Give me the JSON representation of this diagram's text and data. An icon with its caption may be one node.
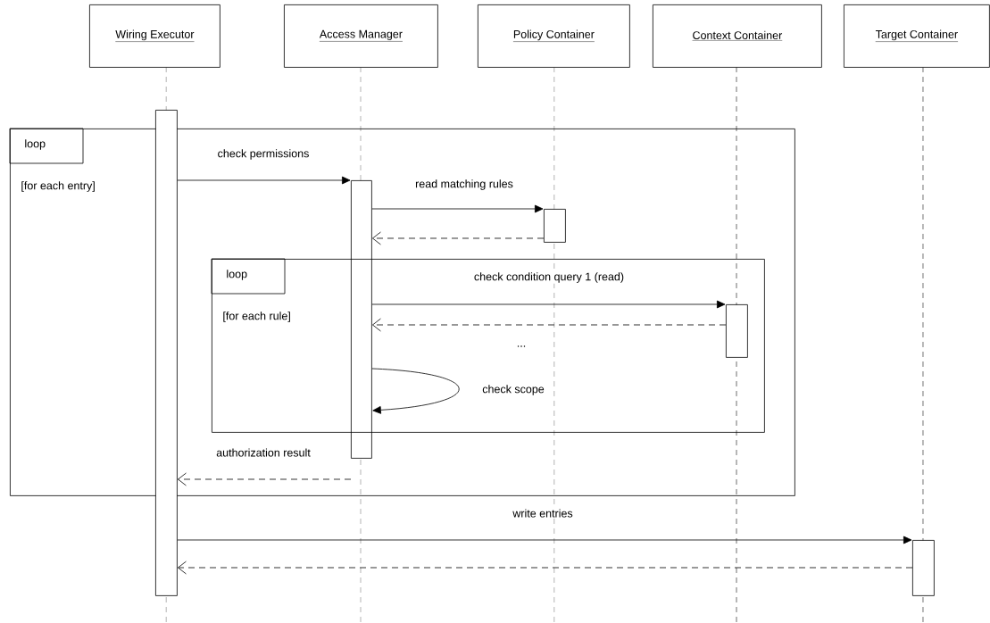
{
  "diagram": {
    "nodes": [
      {
        "text": [
          "Wiring Executor"
        ]
      },
      {
        "text": [
          "Access Manager"
        ]
      },
      {
        "text": [
          "Policy Container"
        ]
      },
      {
        "text": [
          "Context Container"
        ]
      },
      {
        "text": [
          "Target Container"
        ]
      },
      {
        "text": [
          "loop",
          "[for each entry]"
        ]
      },
      {
        "text": [],
        "shape": "bar"
      },
      {
        "text": [],
        "shape": "bar",
        "in": 5
      },
      {
        "text": [],
        "shape": "bar",
        "in": 5
      },
      {
        "text": [
          "loop",
          "[for each rule]"
        ],
        "in": 5
      },
      {
        "text": [],
        "shape": "bar",
        "in": 9
      },
      {
        "text": [],
        "shape": "bar"
      }
    ],
    "edges": [
      {
        "from": 6,
        "to": 7,
        "arrow": "to",
        "label": "check permissions"
      },
      {
        "from": 7,
        "to": 8,
        "arrow": "to",
        "label": "read matching rules"
      },
      {
        "from": 8,
        "to": 7,
        "arrow": "to",
        "style": "dashed"
      },
      {
        "from": 7,
        "to": 10,
        "arrow": "to",
        "label": "check condition query 1 (read)"
      },
      {
        "from": 10,
        "to": 7,
        "arrow": "to",
        "style": "dashed"
      },
      {
        "from": 7,
        "to": 7,
        "arrow": "to",
        "label": "check scope"
      },
      {
        "from": 7,
        "to": 6,
        "arrow": "to",
        "style": "dashed",
        "label": "authorization result"
      },
      {
        "from": 6,
        "to": 11,
        "arrow": "to",
        "label": "write entries"
      },
      {
        "from": 11,
        "to": 6,
        "arrow": "to",
        "style": "dashed"
      }
    ],
    "labels": [
      "..."
    ]
  }
}
